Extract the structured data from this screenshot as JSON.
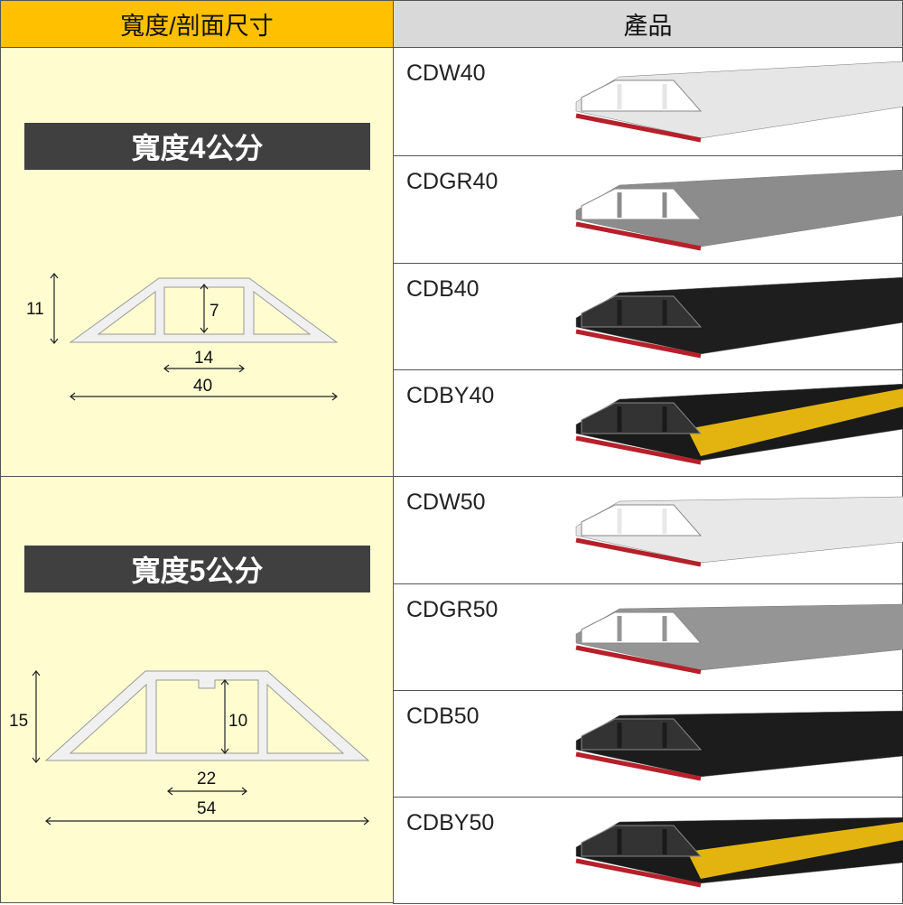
{
  "header": {
    "left": "寬度/剖面尺寸",
    "right": "產品"
  },
  "colors": {
    "header_left": "#ffc000",
    "header_right": "#d9d9d9",
    "left_bg": "#fffdd0",
    "label_bg": "#404040"
  },
  "groups": [
    {
      "label": "寬度4公分",
      "dims": {
        "height": "11",
        "inner_height": "7",
        "inner_width": "14",
        "width": "40"
      }
    },
    {
      "label": "寬度5公分",
      "dims": {
        "height": "15",
        "inner_height": "10",
        "inner_width": "22",
        "width": "54"
      }
    }
  ],
  "products": [
    {
      "code": "CDW40",
      "color": "#e6e6e6",
      "stripe": null
    },
    {
      "code": "CDGR40",
      "color": "#8c8c8c",
      "stripe": null
    },
    {
      "code": "CDB40",
      "color": "#1e1e1e",
      "stripe": null
    },
    {
      "code": "CDBY40",
      "color": "#1a1a1a",
      "stripe": "#e3b40f"
    },
    {
      "code": "CDW50",
      "color": "#e8e8e8",
      "stripe": null
    },
    {
      "code": "CDGR50",
      "color": "#959595",
      "stripe": null
    },
    {
      "code": "CDB50",
      "color": "#1c1c1c",
      "stripe": null
    },
    {
      "code": "CDBY50",
      "color": "#1a1a1a",
      "stripe": "#e3b40f"
    }
  ]
}
